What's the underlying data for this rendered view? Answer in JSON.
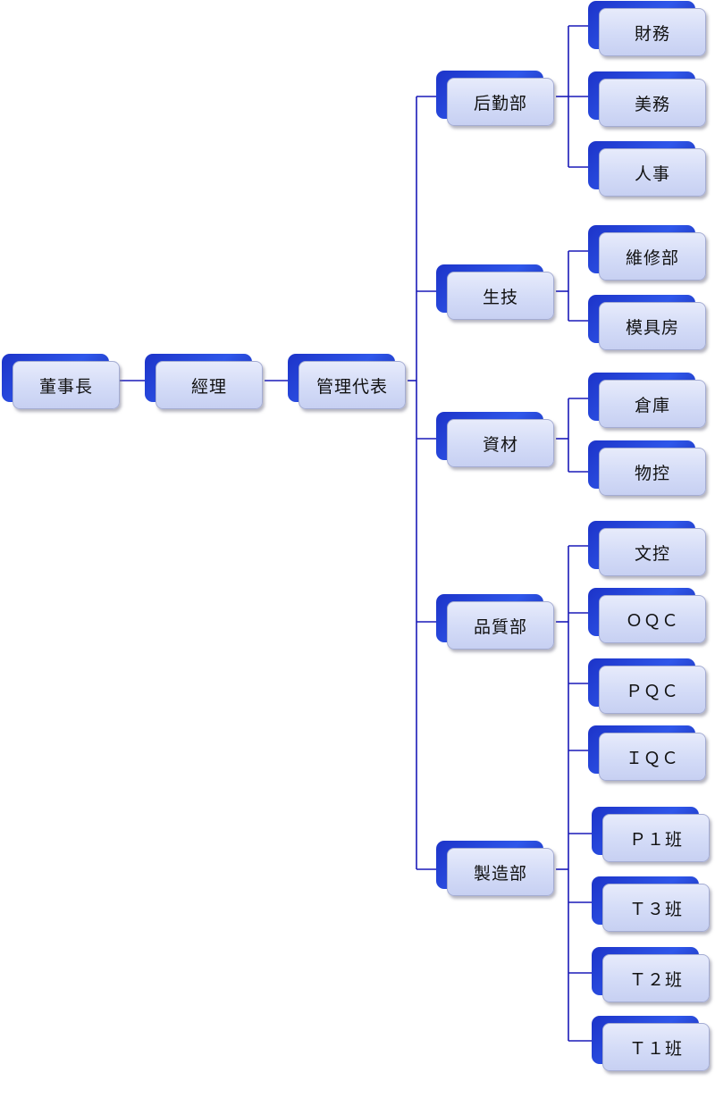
{
  "org_chart": {
    "chairman": "董事長",
    "manager": "經理",
    "representative": "管理代表",
    "departments": [
      {
        "label": "后勤部",
        "teams": [
          "財務",
          "美務",
          "人事"
        ]
      },
      {
        "label": "生技",
        "teams": [
          "維修部",
          "模具房"
        ]
      },
      {
        "label": "資材",
        "teams": [
          "倉庫",
          "物控"
        ]
      },
      {
        "label": "品質部",
        "teams": [
          "文控",
          "ＯＱＣ",
          "ＰＱＣ",
          "ＩＱＣ"
        ]
      },
      {
        "label": "製造部",
        "teams": [
          "Ｐ１班",
          "Ｔ３班",
          "Ｔ２班",
          "Ｔ１班"
        ]
      }
    ]
  },
  "colors": {
    "connector": "#1a1ab8",
    "box_back": "#2f57ea",
    "box_face": "#d3dbf7"
  }
}
